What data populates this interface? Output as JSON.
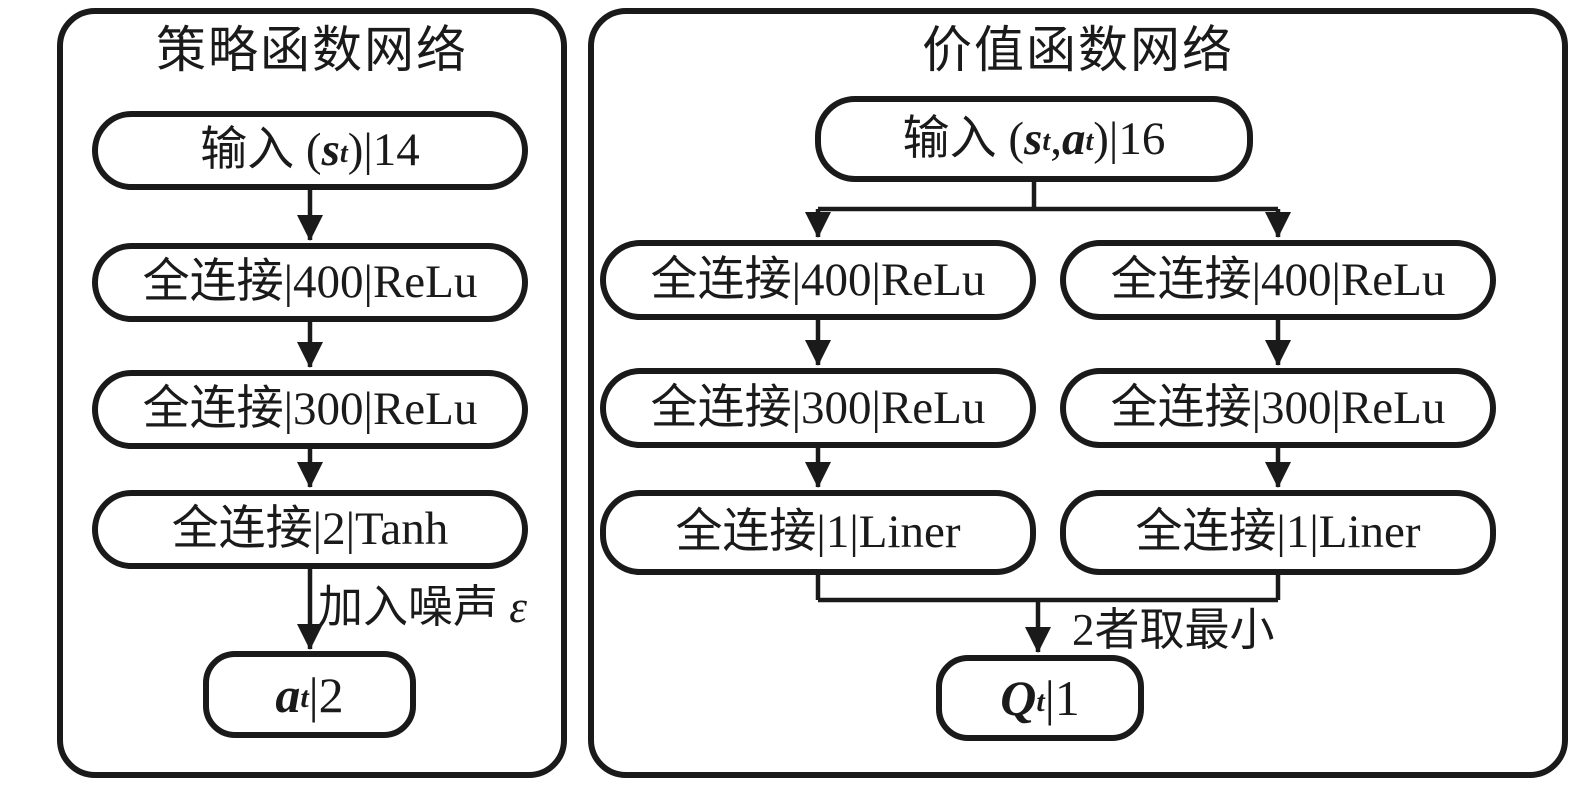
{
  "diagram": {
    "policy_panel": {
      "title": "策略函数网络",
      "input": {
        "pre": "输入 (",
        "v1": "s",
        "s1": "t",
        "post": ")|14"
      },
      "fc1": "全连接|400|ReLu",
      "fc2": "全连接|300|ReLu",
      "fc3": "全连接|2|Tanh",
      "noise_label": "加入噪声 ",
      "noise_symbol": "ε",
      "output": {
        "v1": "a",
        "s1": "t",
        "post": "|2"
      }
    },
    "value_panel": {
      "title": "价值函数网络",
      "input": {
        "pre": "输入 (",
        "v1": "s",
        "s1": "t",
        "mid": ", ",
        "v2": "a",
        "s2": "t",
        "post": ")|16"
      },
      "q1": {
        "fc1": "全连接|400|ReLu",
        "fc2": "全连接|300|ReLu",
        "fc3": "全连接|1|Liner"
      },
      "q2": {
        "fc1": "全连接|400|ReLu",
        "fc2": "全连接|300|ReLu",
        "fc3": "全连接|1|Liner"
      },
      "min_label": "2者取最小",
      "output": {
        "v1": "Q",
        "s1": "t",
        "post": "|1"
      }
    },
    "colors": {
      "stroke": "#1a1a1a",
      "background": "#ffffff"
    }
  }
}
